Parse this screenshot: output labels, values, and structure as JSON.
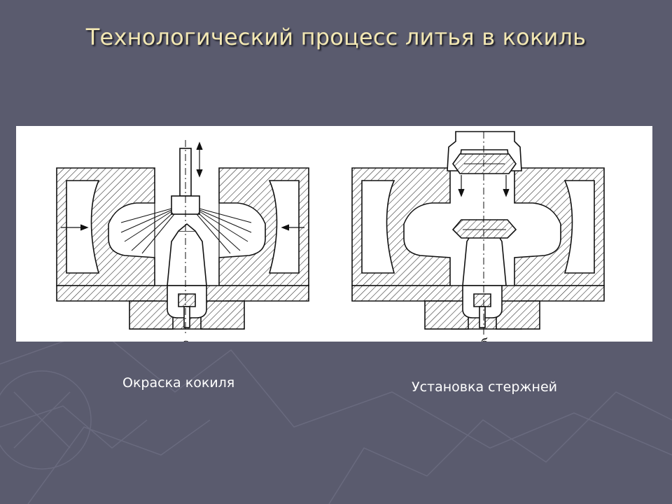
{
  "slide": {
    "title": "Технологический процесс литья в кокиль",
    "background": "#5a5b6e",
    "title_color": "#f2e7b3"
  },
  "figure": {
    "panel_a_letter": "а",
    "panel_b_letter": "б"
  },
  "captions": {
    "left": "Окраска кокиля",
    "right": "Установка стержней"
  }
}
